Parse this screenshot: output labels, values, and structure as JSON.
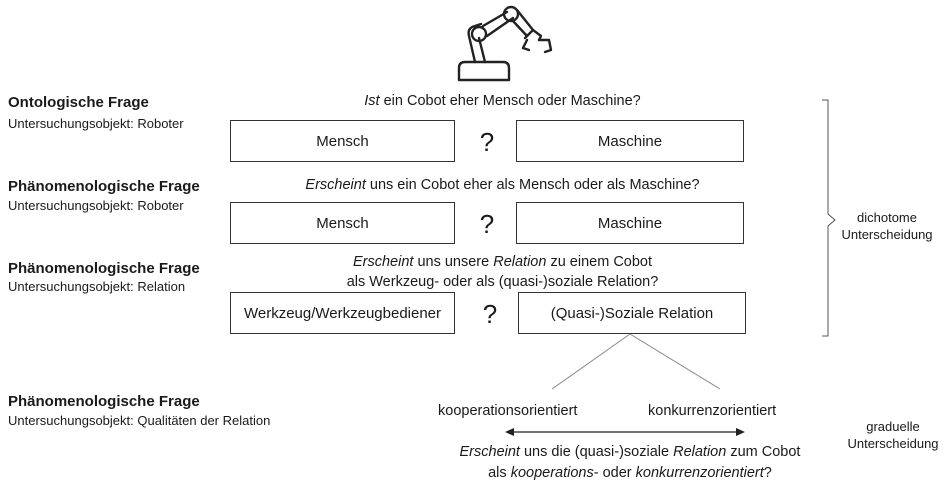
{
  "rows": [
    {
      "title": "Ontologische Frage",
      "subtitle": "Untersuchungsobjekt:  Roboter",
      "question_em": "Ist",
      "question_rest": " ein Cobot eher Mensch oder Maschine?",
      "left_box": "Mensch",
      "right_box": "Maschine",
      "qmark": "?"
    },
    {
      "title": "Phänomenologische Frage",
      "subtitle": "Untersuchungsobjekt:  Roboter",
      "question_em": "Erscheint",
      "question_rest": " uns ein Cobot eher als Mensch oder als Maschine?",
      "left_box": "Mensch",
      "right_box": "Maschine",
      "qmark": "?"
    },
    {
      "title": "Phänomenologische Frage",
      "subtitle": "Untersuchungsobjekt:  Relation",
      "question_line1_em1": "Erscheint",
      "question_line1_mid": " uns unsere ",
      "question_line1_em2": "Relation",
      "question_line1_rest": " zu einem Cobot",
      "question_line2": "als Werkzeug- oder als (quasi-)soziale Relation?",
      "left_box": "Werkzeug/Werkzeugbediener",
      "right_box": "(Quasi-)Soziale Relation",
      "qmark": "?"
    }
  ],
  "lower": {
    "title": "Phänomenologische Frage",
    "subtitle": "Untersuchungsobjekt:  Qualitäten der Relation",
    "left_label": "kooperationsorientiert",
    "right_label": "konkurrenzorientiert",
    "q_em1": "Erscheint",
    "q_mid1": " uns die (quasi-)soziale ",
    "q_em2": "Relation",
    "q_rest1": " zum Cobot",
    "q2_pre": "als ",
    "q2_em1": "kooperations",
    "q2_mid": "- oder ",
    "q2_em2": "konkurrenzorientiert",
    "q2_end": "?"
  },
  "side": {
    "dichotomous_1": "dichotome",
    "dichotomous_2": "Unterscheidung",
    "gradual_1": "graduelle",
    "gradual_2": "Unterscheidung"
  },
  "icons": {
    "robot": "robot-arm-icon"
  }
}
